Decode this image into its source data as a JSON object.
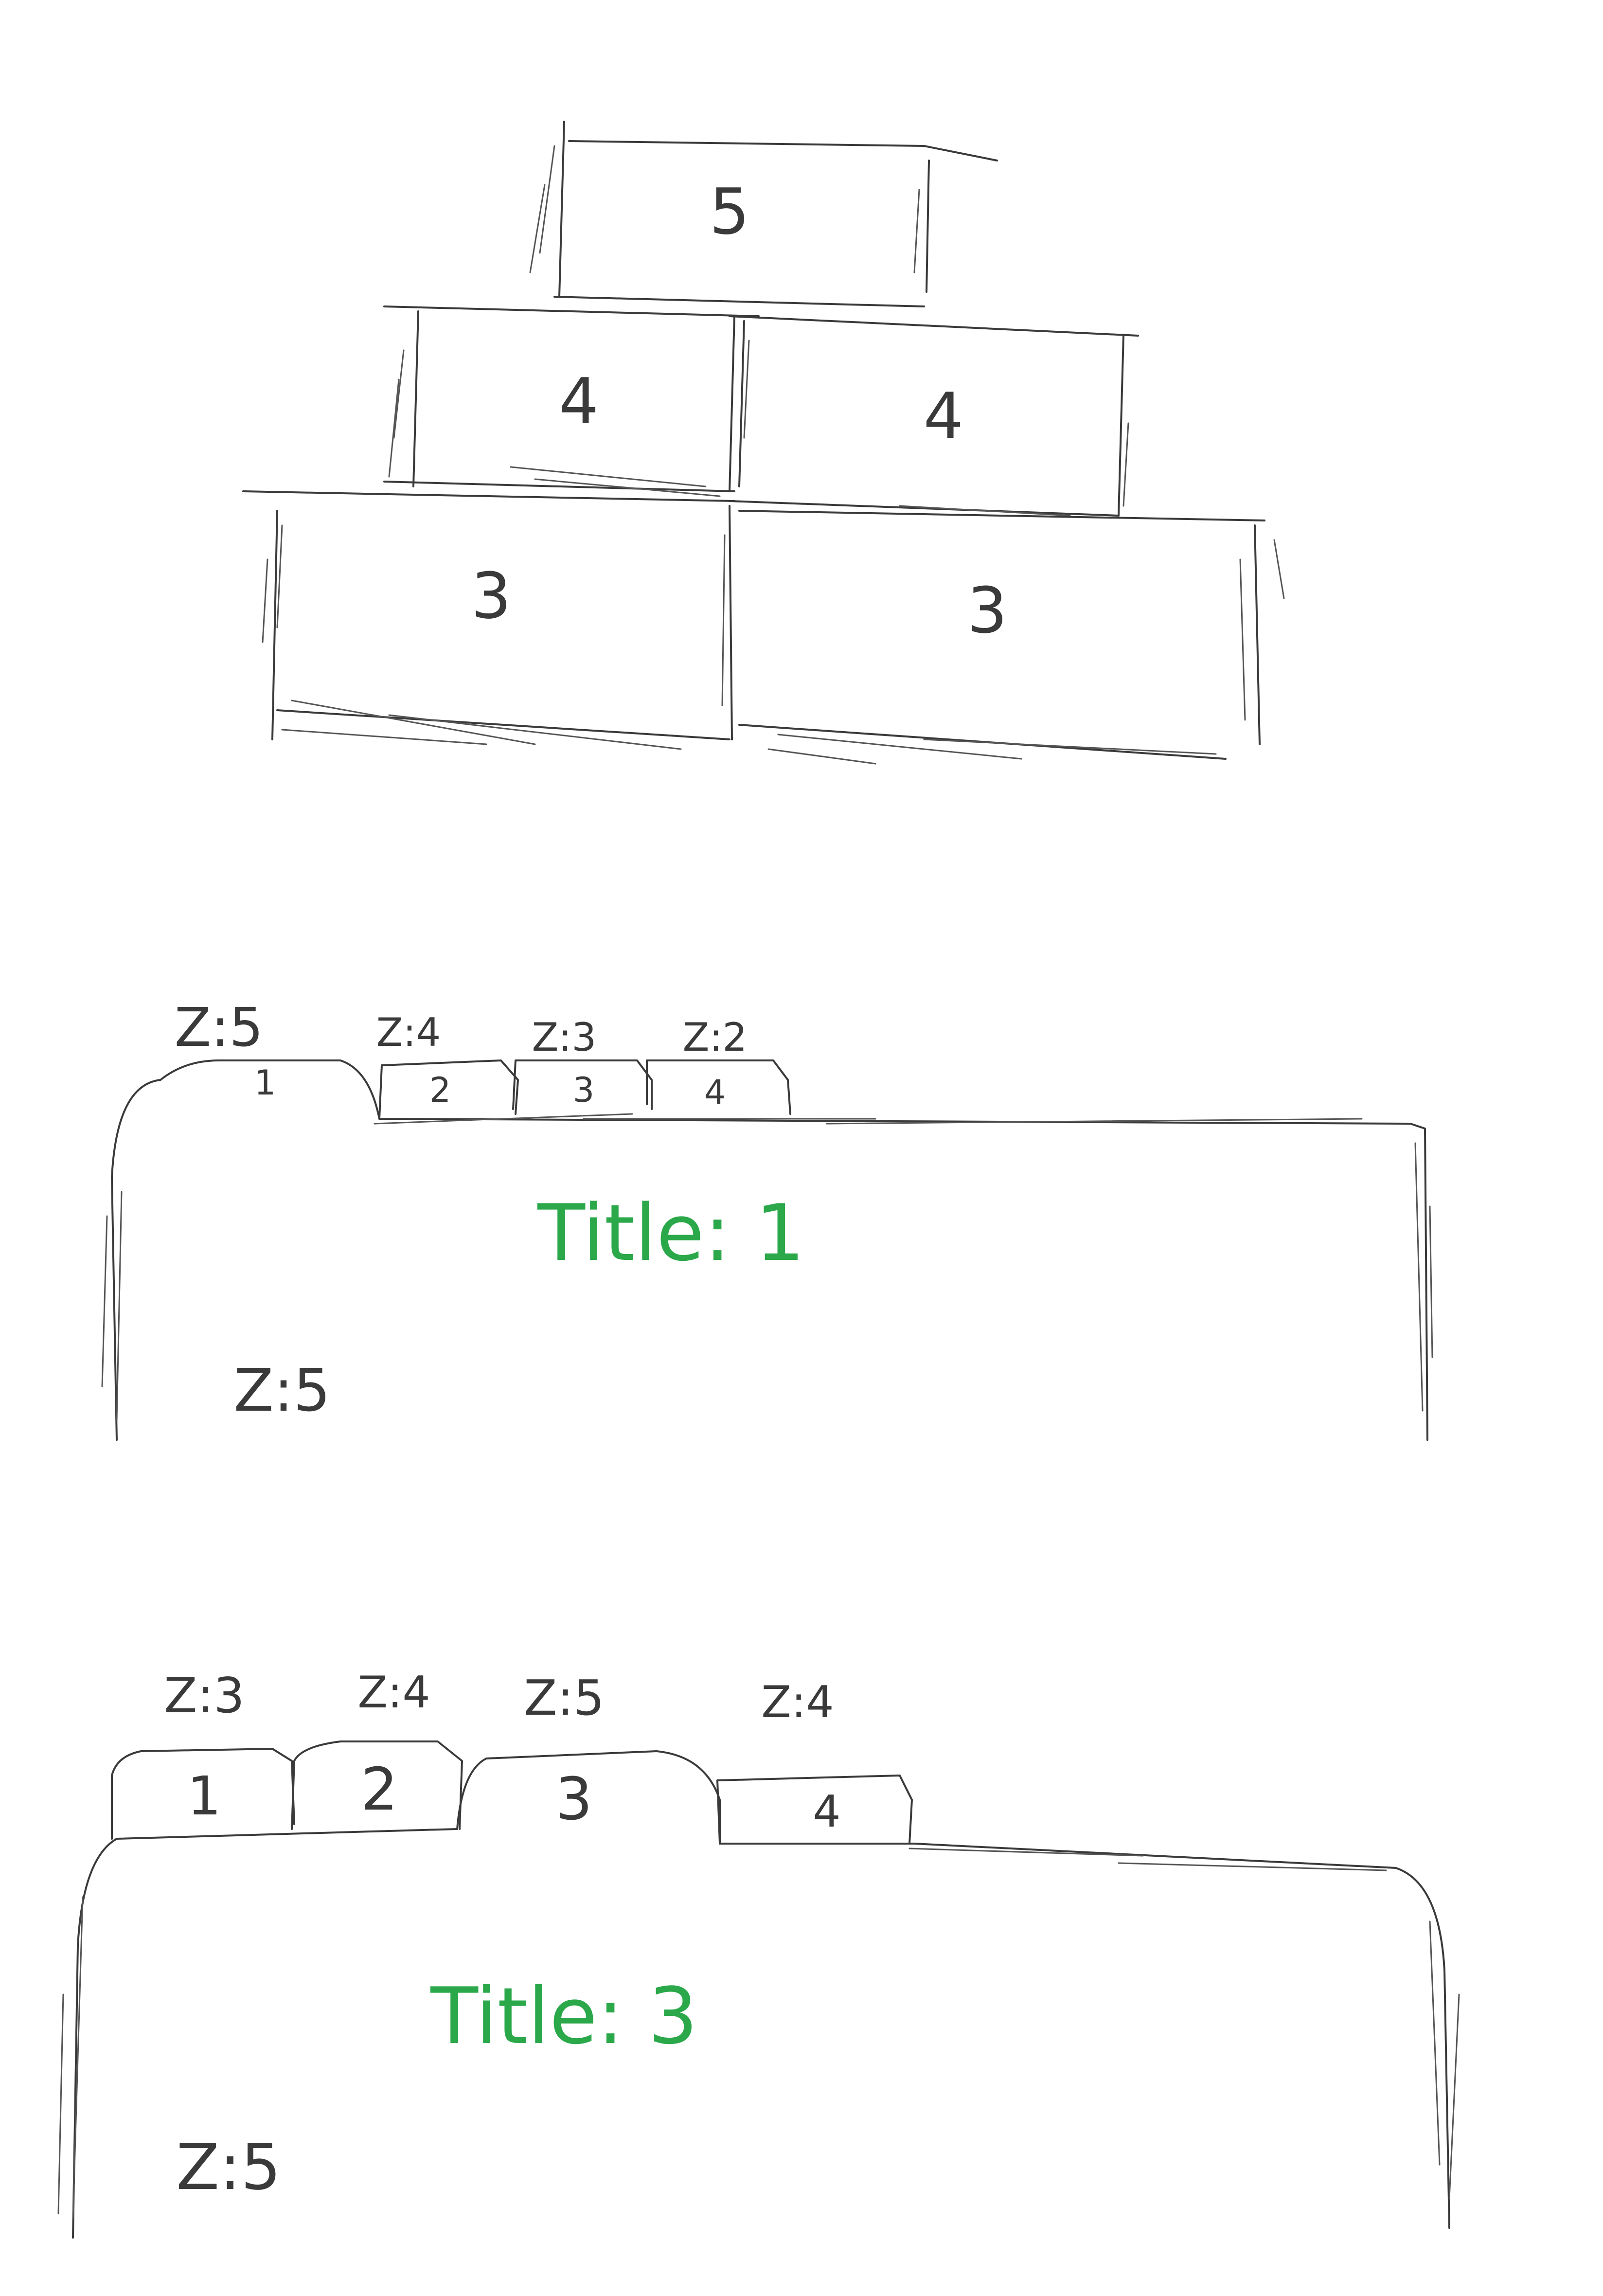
{
  "colors": {
    "ink": "#3a3a3a",
    "title_green": "#2aa84a",
    "background": "#ffffff"
  },
  "pyramid": {
    "blocks": [
      {
        "label": "5"
      },
      {
        "label": "4"
      },
      {
        "label": "4"
      },
      {
        "label": "3"
      },
      {
        "label": "3"
      }
    ]
  },
  "example_1": {
    "tabs": [
      {
        "label": "1",
        "z": "Z:5",
        "active": true
      },
      {
        "label": "2",
        "z": "Z:4",
        "active": false
      },
      {
        "label": "3",
        "z": "Z:3",
        "active": false
      },
      {
        "label": "4",
        "z": "Z:2",
        "active": false
      }
    ],
    "panel_title": "Title: 1",
    "panel_z": "Z:5"
  },
  "example_2": {
    "tabs": [
      {
        "label": "1",
        "z": "Z:3",
        "active": false
      },
      {
        "label": "2",
        "z": "Z:4",
        "active": false
      },
      {
        "label": "3",
        "z": "Z:5",
        "active": true
      },
      {
        "label": "4",
        "z": "Z:4",
        "active": false
      }
    ],
    "panel_title": "Title: 3",
    "panel_z": "Z:5"
  }
}
